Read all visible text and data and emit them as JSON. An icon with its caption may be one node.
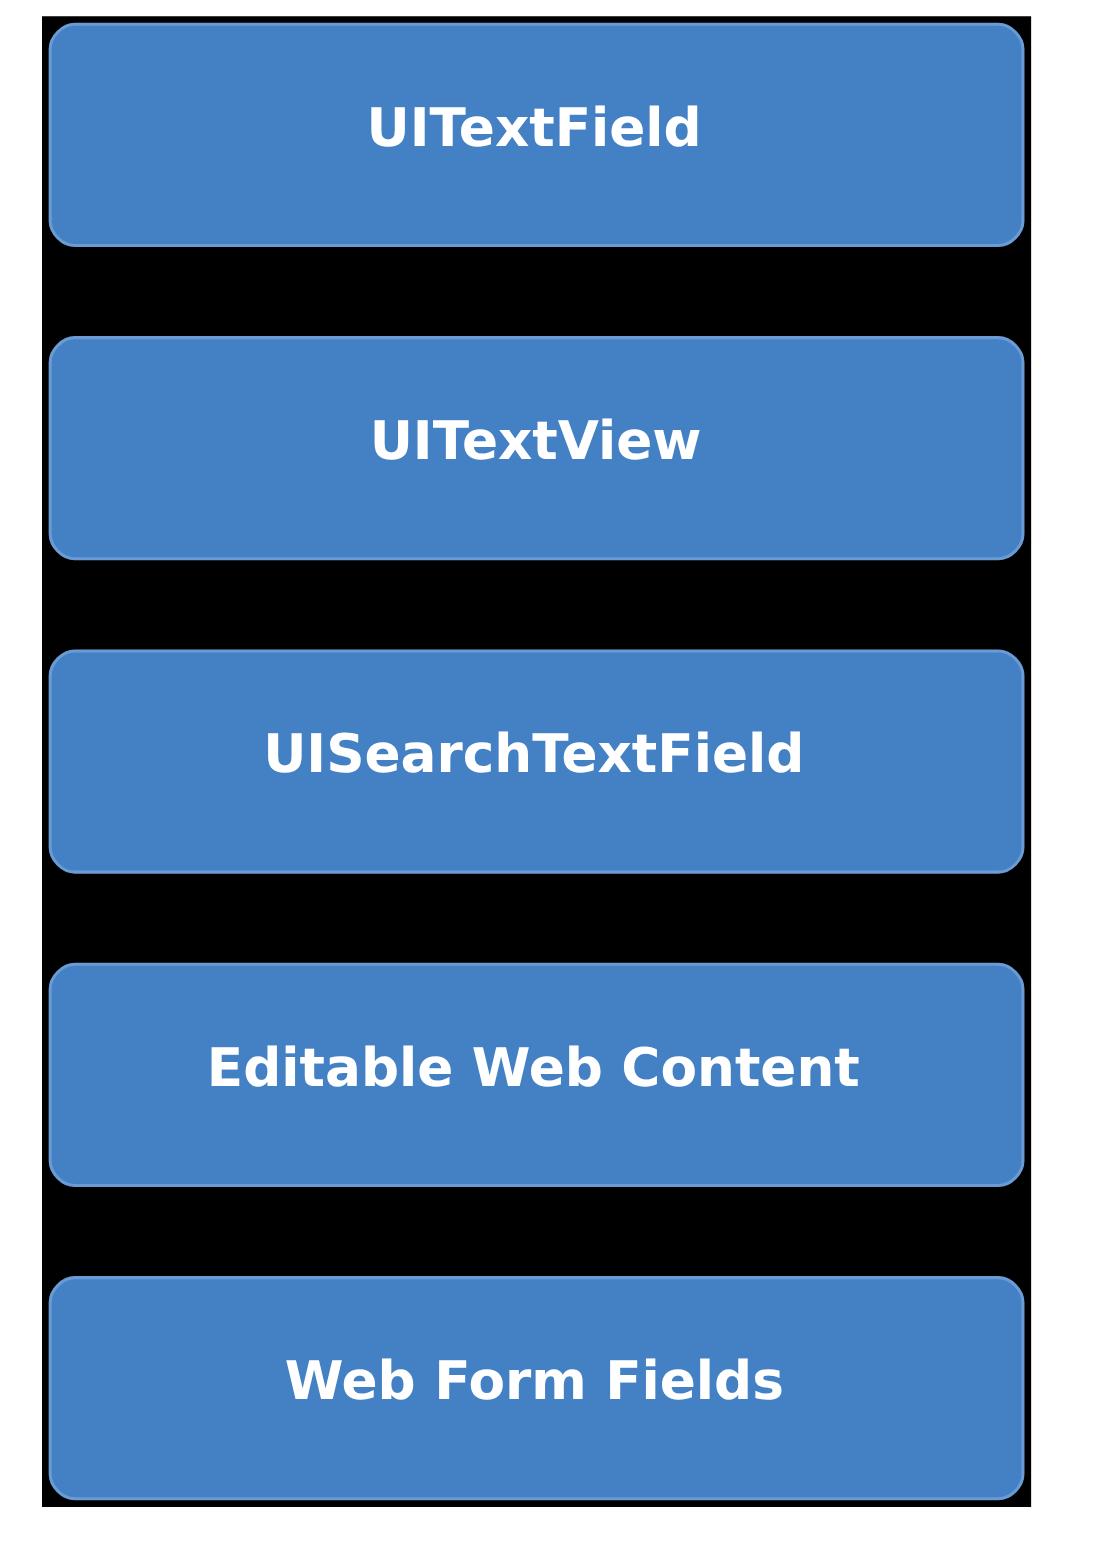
{
  "diagram": {
    "nodes": [
      {
        "text": [
          "UITextField"
        ]
      },
      {
        "text": [
          "UITextView"
        ]
      },
      {
        "text": [
          "UISearchTextField"
        ]
      },
      {
        "text": [
          "Editable Web Content"
        ]
      },
      {
        "text": [
          "Web Form Fields"
        ]
      }
    ]
  }
}
